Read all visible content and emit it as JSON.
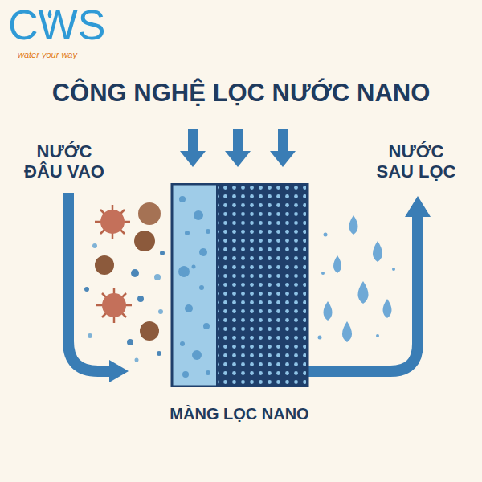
{
  "diagram": {
    "title": "CÔNG NGHỆ LỌC NƯỚC NANO",
    "nodes": [
      {
        "text": [
          "MÀNG LỌC NANO"
        ]
      }
    ],
    "labels": [
      "CWS",
      "water your way",
      "NƯỚC ĐÂU VAO",
      "NƯỚC SAU LỌC"
    ]
  }
}
